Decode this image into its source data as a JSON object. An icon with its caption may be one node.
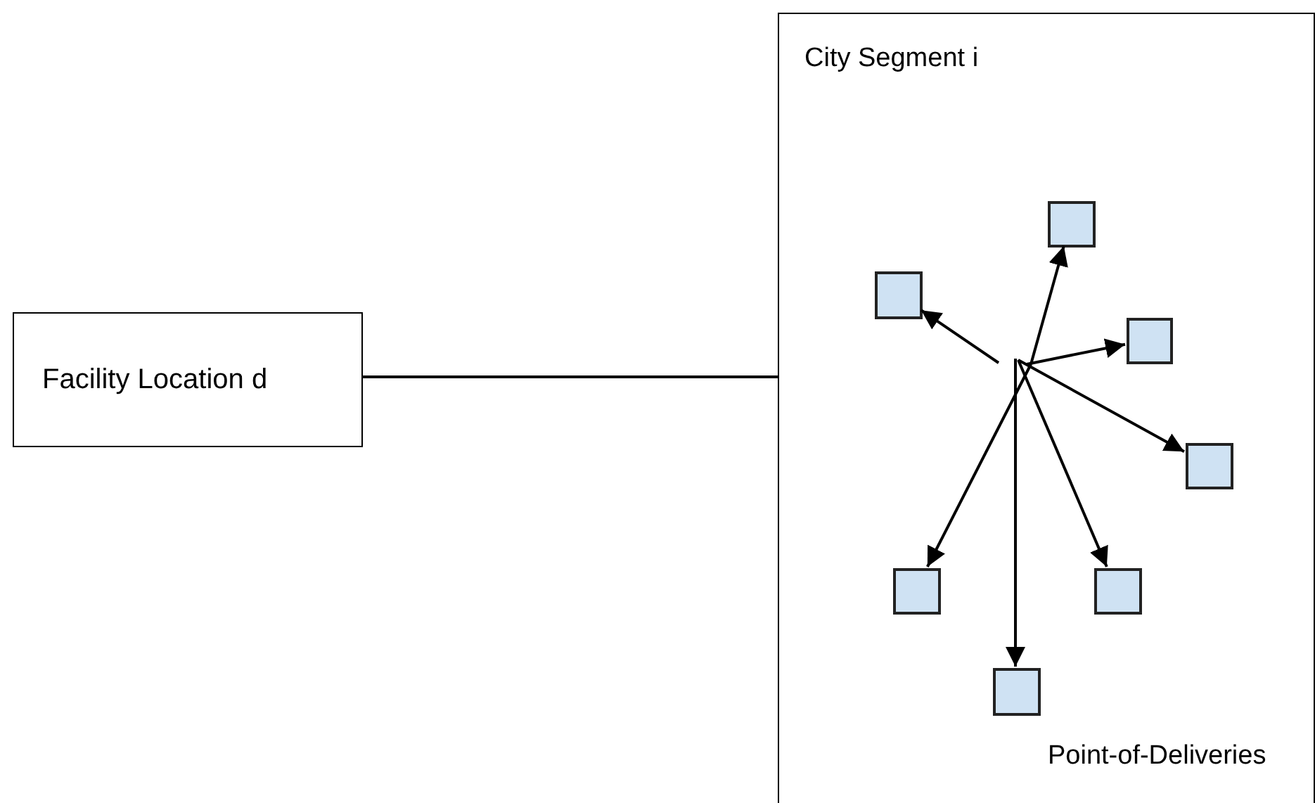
{
  "diagram": {
    "nodes": [
      {
        "text": [
          "Facility Location d"
        ]
      },
      {
        "text": [
          "City Segment i"
        ]
      },
      {
        "text": [],
        "shape": "box",
        "in": 1
      },
      {
        "text": [],
        "shape": "box",
        "in": 1
      },
      {
        "text": [],
        "shape": "box",
        "in": 1
      },
      {
        "text": [],
        "shape": "box",
        "in": 1
      },
      {
        "text": [],
        "shape": "box",
        "in": 1
      },
      {
        "text": [],
        "shape": "box",
        "in": 1
      },
      {
        "text": [],
        "shape": "box",
        "in": 1
      }
    ],
    "edges": [
      {
        "from": 0,
        "to": 1,
        "arrow": "none"
      },
      {
        "from": null,
        "to": 2,
        "arrow": "to"
      },
      {
        "from": null,
        "to": 3,
        "arrow": "to"
      },
      {
        "from": null,
        "to": 4,
        "arrow": "to"
      },
      {
        "from": null,
        "to": 5,
        "arrow": "to"
      },
      {
        "from": null,
        "to": 6,
        "arrow": "to"
      },
      {
        "from": null,
        "to": 7,
        "arrow": "to"
      },
      {
        "from": null,
        "to": 8,
        "arrow": "to"
      }
    ],
    "labels": [
      "Point-of-Deliveries"
    ]
  }
}
